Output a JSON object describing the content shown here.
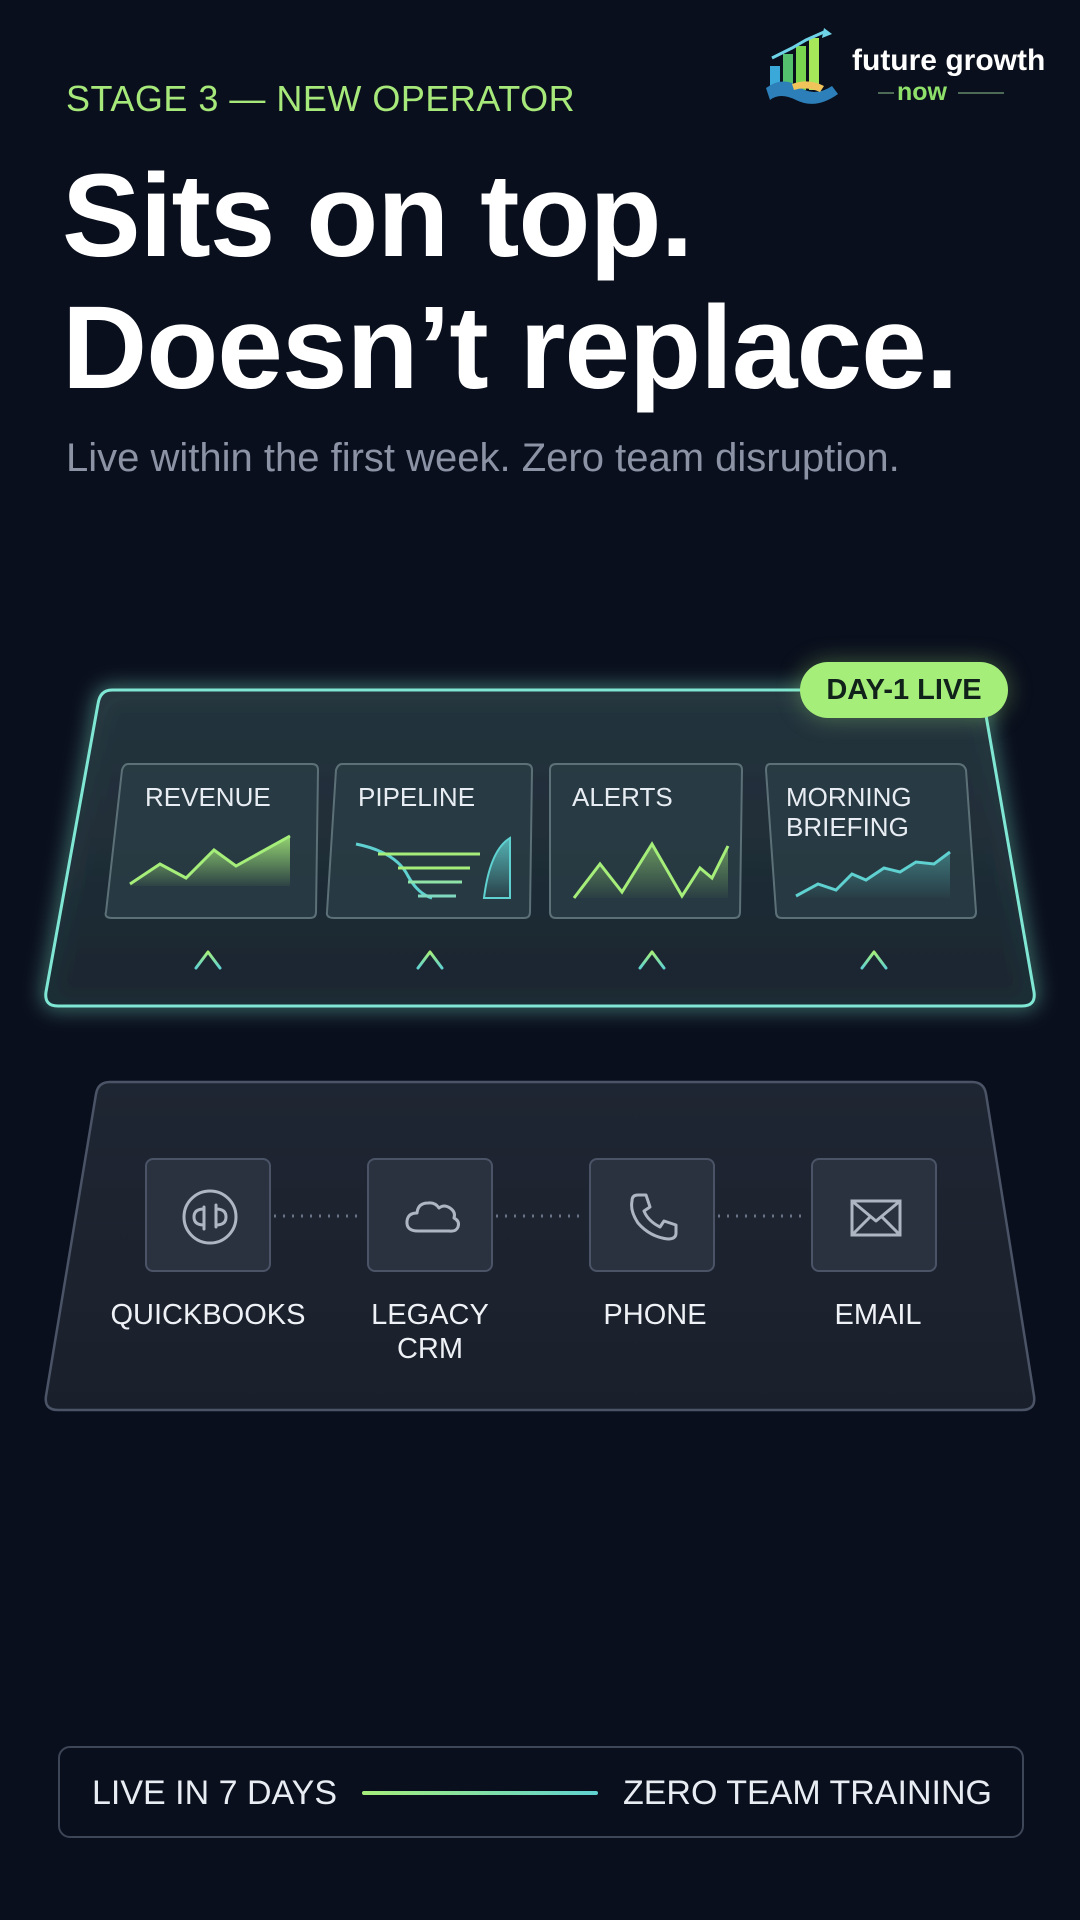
{
  "colors": {
    "background": "#0a0f1d",
    "accent_green": "#a6ee7a",
    "accent_teal": "#5fd1d0",
    "muted_text": "#8b93a5"
  },
  "logo": {
    "name": "future growth",
    "tagline": "now",
    "icon": "bar-chart-handshake-icon"
  },
  "header": {
    "eyebrow": "STAGE 3 — NEW OPERATOR",
    "headline_line1": "Sits on top.",
    "headline_line2": "Doesn’t replace.",
    "subtitle": "Live within the first week. Zero team disruption."
  },
  "top_layer": {
    "badge": "DAY-1 LIVE",
    "cards": [
      {
        "line1": "REVENUE",
        "line2": "",
        "icon": "line-area-chart-icon"
      },
      {
        "line1": "PIPELINE",
        "line2": "",
        "icon": "funnel-chart-icon"
      },
      {
        "line1": "ALERTS",
        "line2": "",
        "icon": "spike-chart-icon"
      },
      {
        "line1": "MORNING",
        "line2": "BRIEFING",
        "icon": "trend-line-icon"
      }
    ]
  },
  "bottom_layer": {
    "tools": [
      {
        "line1": "QUICKBOOKS",
        "line2": "",
        "icon": "quickbooks-icon"
      },
      {
        "line1": "LEGACY",
        "line2": "CRM",
        "icon": "cloud-icon"
      },
      {
        "line1": "PHONE",
        "line2": "",
        "icon": "phone-icon"
      },
      {
        "line1": "EMAIL",
        "line2": "",
        "icon": "envelope-icon"
      }
    ]
  },
  "footer": {
    "left": "LIVE IN 7 DAYS",
    "right": "ZERO TEAM TRAINING"
  }
}
